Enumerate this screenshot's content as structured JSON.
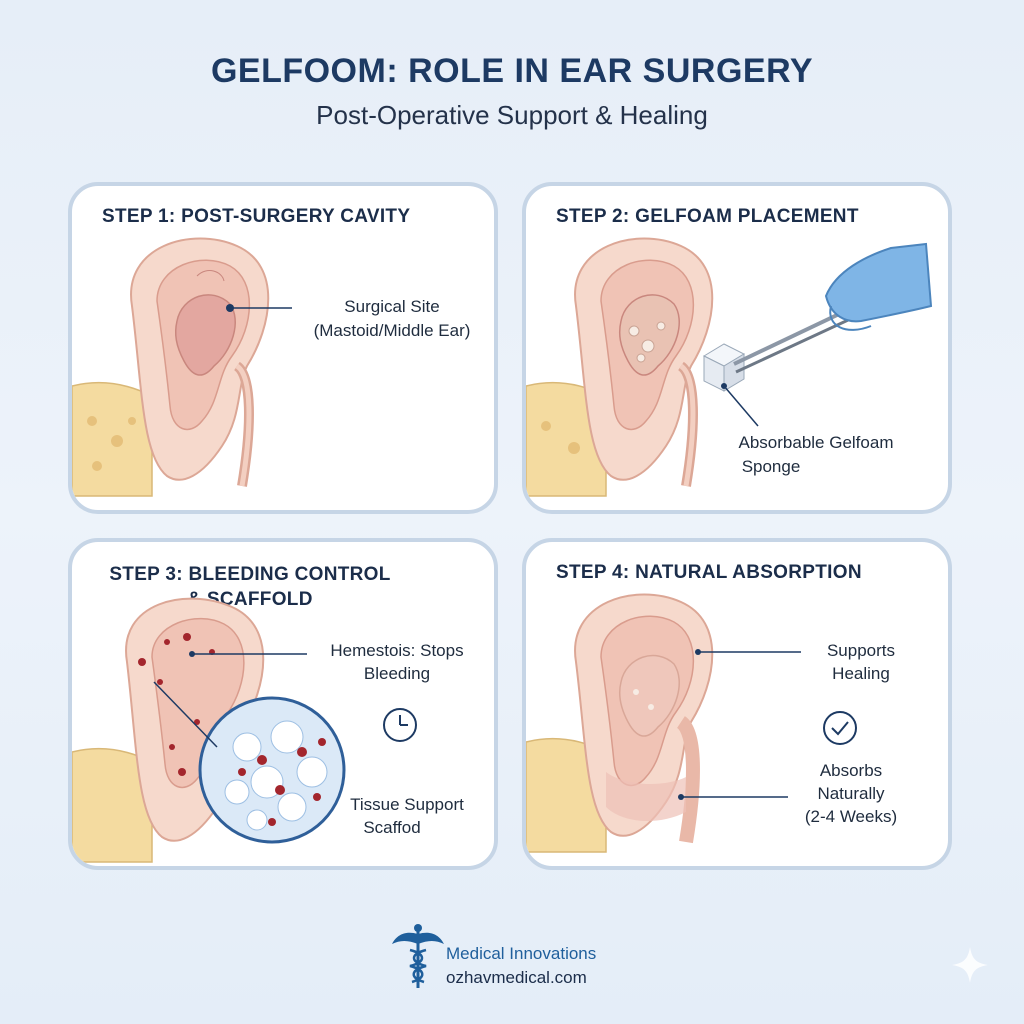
{
  "header": {
    "title": "GELFOOM: ROLE IN EAR SURGERY",
    "subtitle": "Post-Operative Support & Healing"
  },
  "steps": [
    {
      "title": "STEP 1: POST-SURGERY CAVITY",
      "labels": [
        "Surgical Site",
        "(Mastoid/Middle Ear)"
      ]
    },
    {
      "title": "STEP 2: GELFOAM PLACEMENT",
      "labels": [
        "Absorbable Gelfoam",
        "Sponge"
      ]
    },
    {
      "title_lines": [
        "STEP 3: BLEEDING CONTROL",
        "& SCAFFOLD"
      ],
      "labels": [
        "Hemestois: Stops",
        "Bleeding",
        "Tissue Support",
        "Scaffod"
      ],
      "icon": "clock-icon"
    },
    {
      "title": "STEP 4: NATURAL ABSORPTION",
      "labels": [
        "Supports",
        "Healing",
        "Absorbs",
        "Naturally",
        "(2-4 Weeks)"
      ],
      "icon": "check-circle-icon"
    }
  ],
  "footer": {
    "organization": "Medical Innovations",
    "website": "ozhavmedical.com",
    "logo_icon": "caduceus-icon"
  },
  "colors": {
    "title": "#1d3a63",
    "panel_border": "#c6d5e6",
    "skin": "#f6d9cc",
    "skin_dark": "#e8b3a5",
    "cavity": "#e3a7a0",
    "glove": "#7fb5e6",
    "blood": "#a3262d",
    "bone": "#f4dba0"
  }
}
